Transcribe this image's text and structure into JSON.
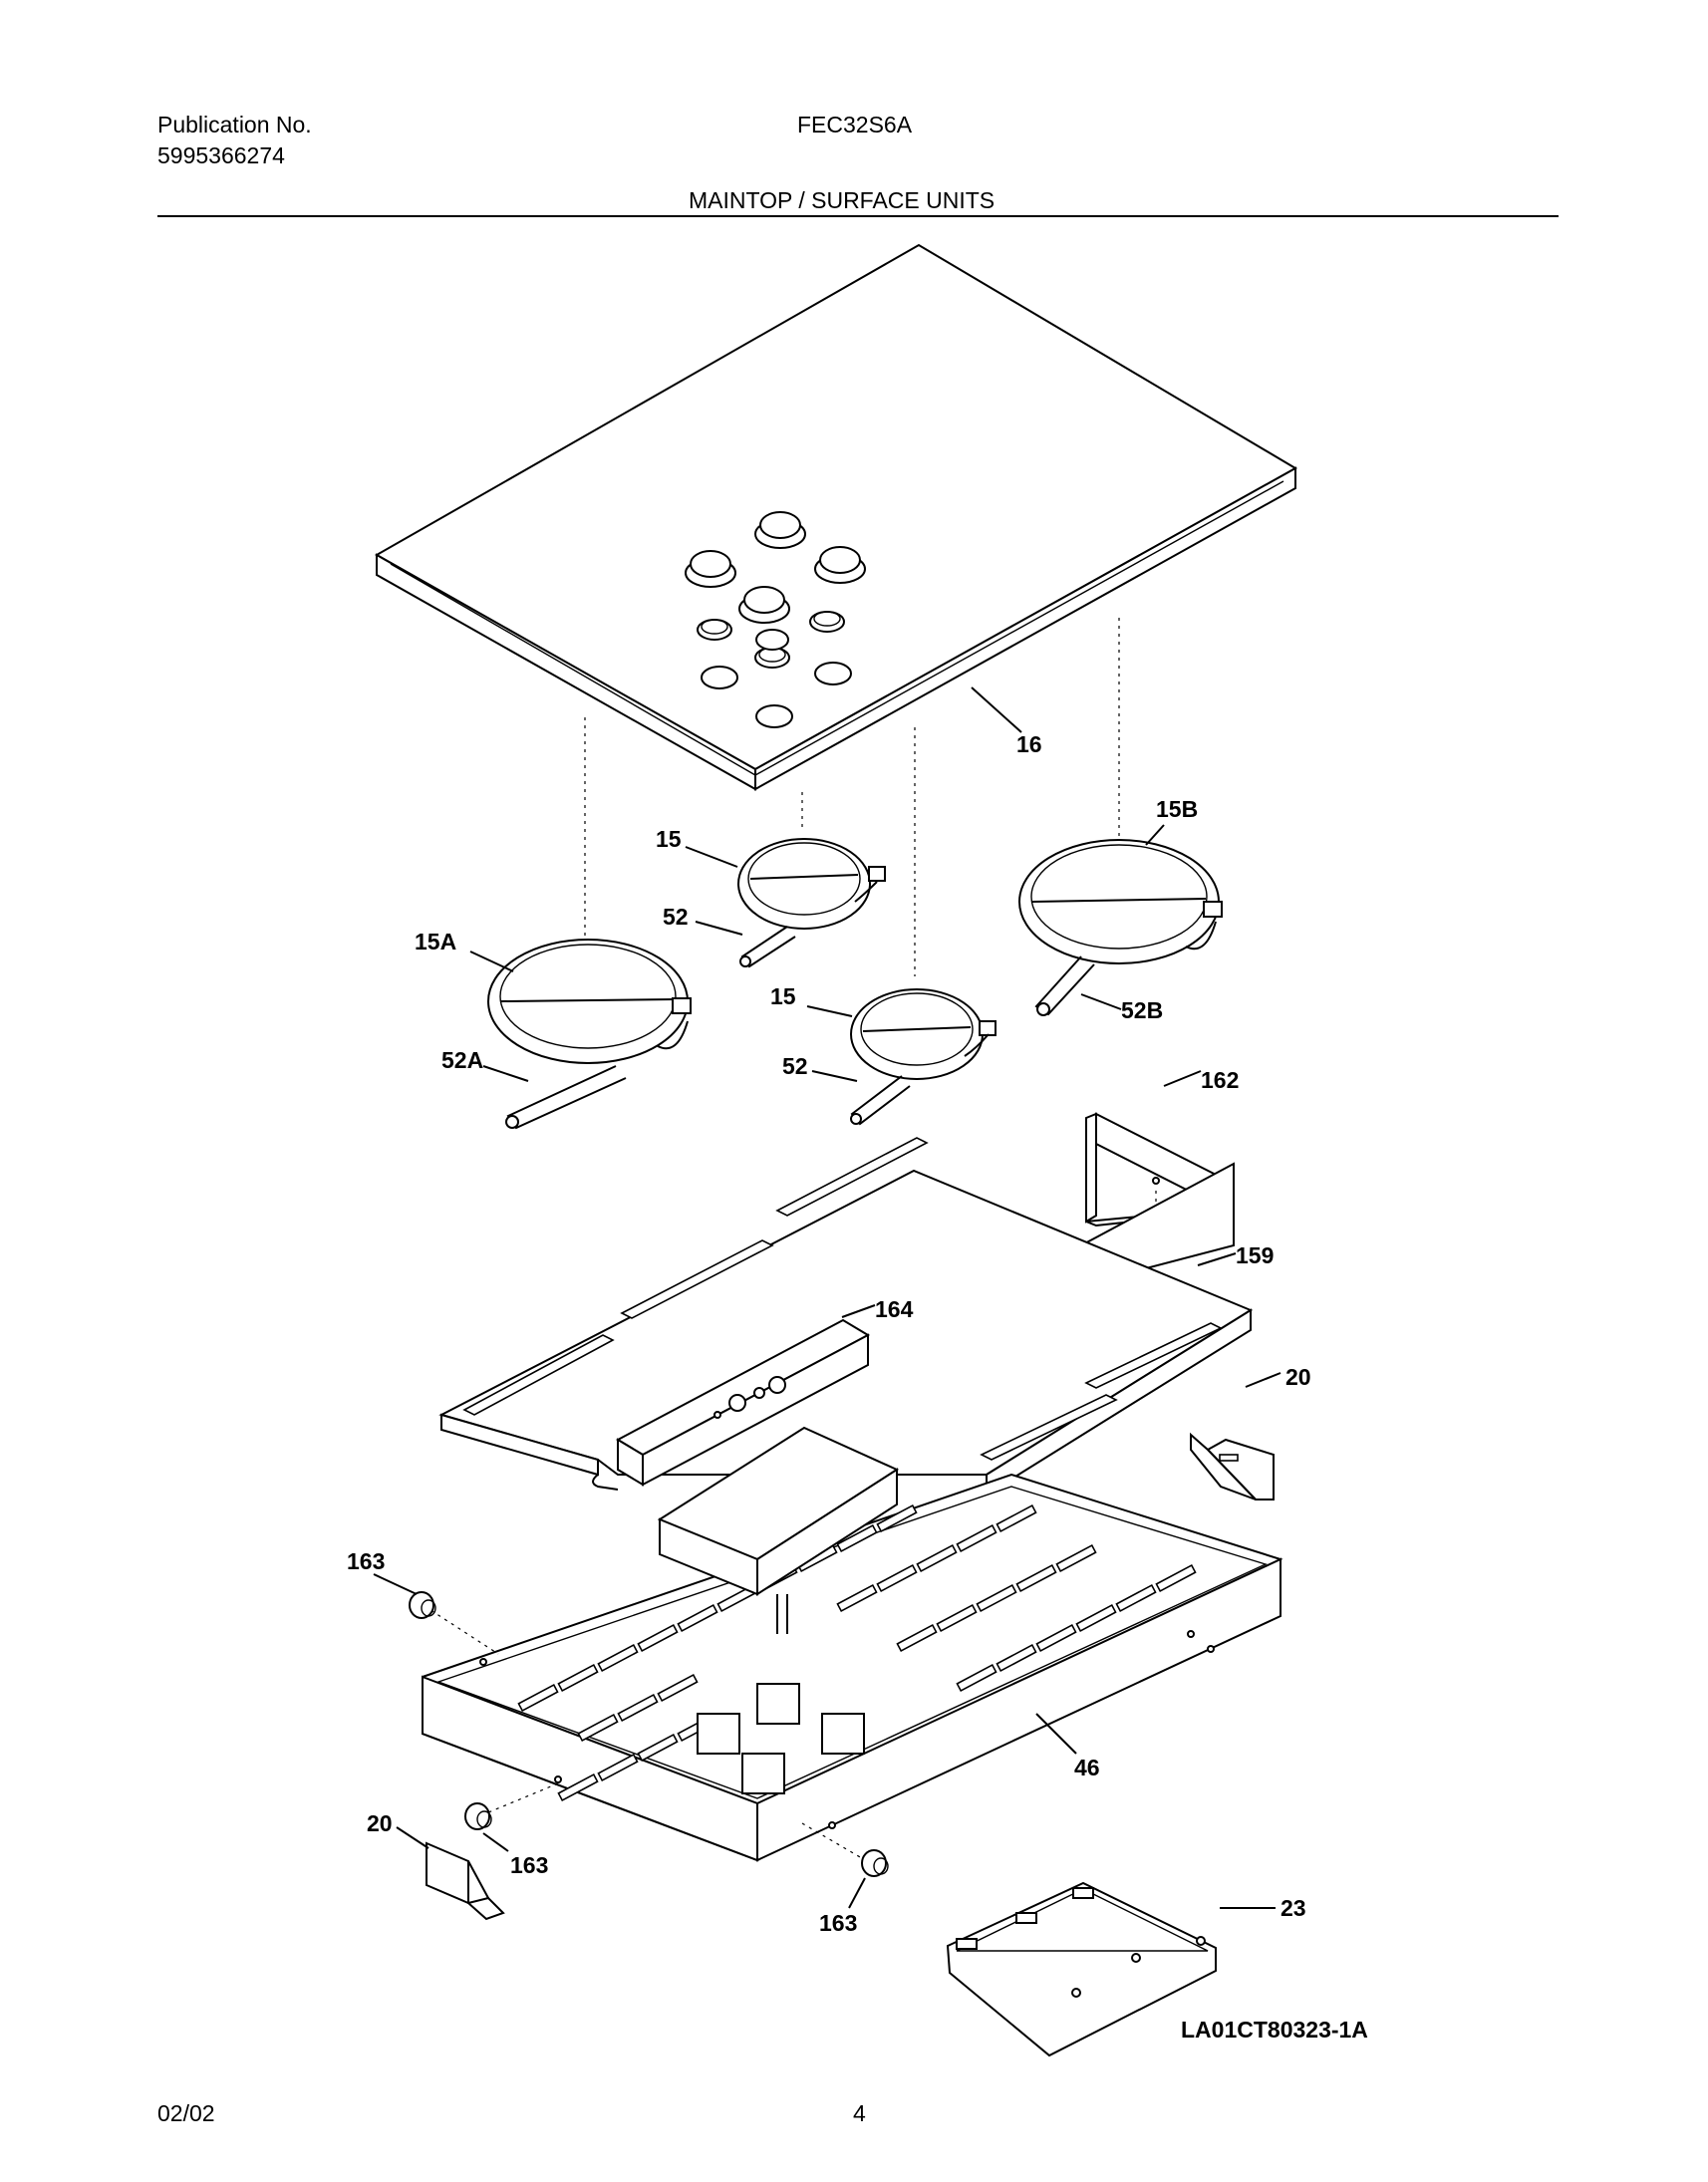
{
  "header": {
    "publication_label": "Publication No.",
    "publication_number": "5995366274",
    "model": "FEC32S6A",
    "section_title": "MAINTOP / SURFACE UNITS"
  },
  "callouts": {
    "c16": "16",
    "c15_top": "15",
    "c15b": "15B",
    "c52_top": "52",
    "c15a": "15A",
    "c15_mid": "15",
    "c52b": "52B",
    "c52a": "52A",
    "c52_mid": "52",
    "c162": "162",
    "c159": "159",
    "c164": "164",
    "c20_right": "20",
    "c163_left": "163",
    "c46": "46",
    "c20_left": "20",
    "c163_bottom": "163",
    "c163_front": "163",
    "c23": "23"
  },
  "drawing_code": "LA01CT80323-1A",
  "footer": {
    "date": "02/02",
    "page": "4"
  }
}
